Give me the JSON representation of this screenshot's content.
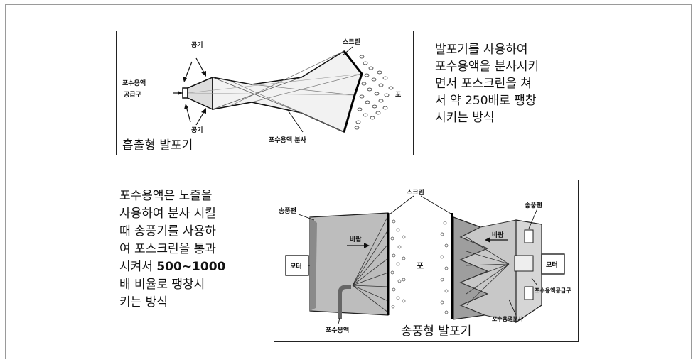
{
  "top_figure": {
    "caption": "흡출형 발포기",
    "labels": {
      "air_top": "공기",
      "air_bottom": "공기",
      "feed_line1": "포수용액",
      "feed_line2": "공급구",
      "screen": "스크린",
      "foam": "포",
      "spray": "포수용액 분사"
    }
  },
  "top_description": {
    "lines": [
      "발포기를 사용하여",
      "포수용액을 분사시키",
      "면서 포스크린을 쳐",
      "서 약 250배로 팽창",
      "시키는 방식"
    ]
  },
  "bottom_description": {
    "lines": [
      "포수용액은 노즐을",
      "사용하여 분사 시킬",
      "때 송풍기를 사용하",
      "여 포스크린을 통과"
    ],
    "line5_prefix": "시켜서 ",
    "line5_bold": "500~1000",
    "lines_after": [
      "배 비율로 팽창시",
      "키는 방식"
    ]
  },
  "bottom_figure": {
    "caption": "송풍형 발포기",
    "labels": {
      "screen": "스크린",
      "blower_left": "송풍팬",
      "wind_left": "바람",
      "motor_left": "모터",
      "foam": "포",
      "solution": "포수용액",
      "blower_right": "송풍팬",
      "wind_right": "바람",
      "motor_right": "모터",
      "feed": "포수용액공급구",
      "spray": "포수용액분사"
    }
  }
}
